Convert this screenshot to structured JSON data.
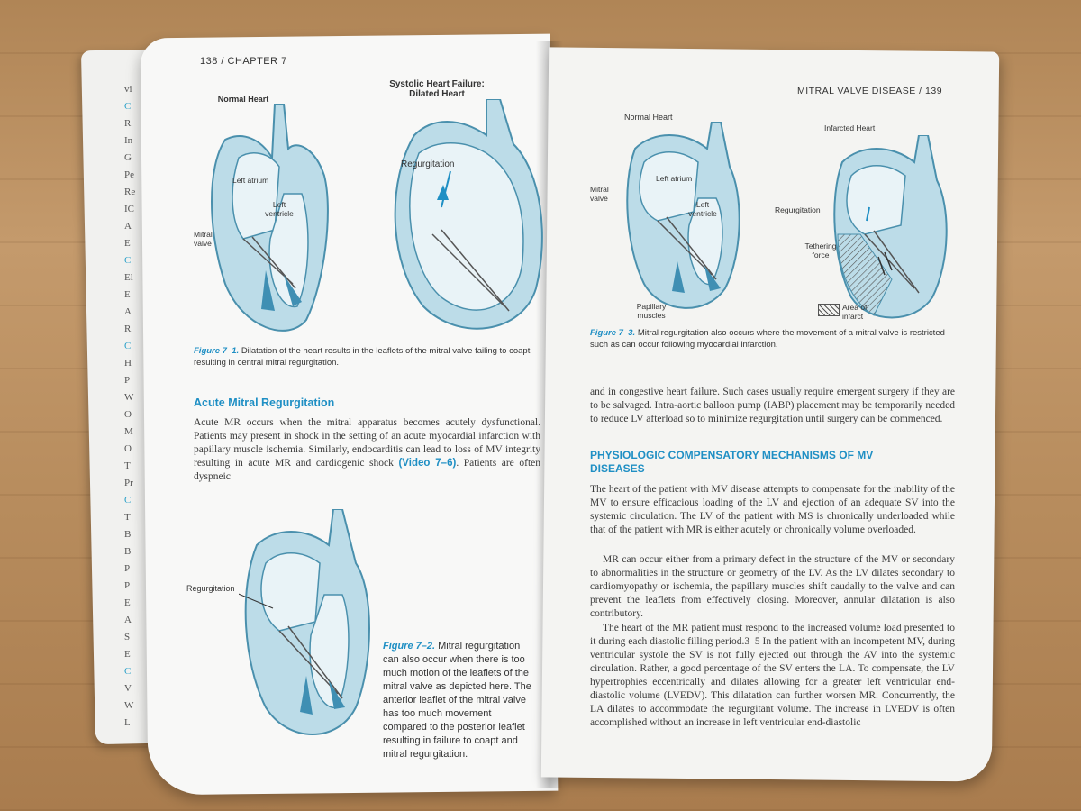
{
  "left_page": {
    "running_header": "138 / CHAPTER 7",
    "fig1": {
      "label_normal": "Normal Heart",
      "label_failure": "Systolic Heart Failure: Dilated Heart",
      "left_atrium": "Left atrium",
      "left_ventricle": "Left ventricle",
      "mitral_valve": "Mitral valve",
      "regurgitation": "Regurgitation",
      "caption_num": "Figure 7–1.",
      "caption_text": "Dilatation of the heart results in the leaflets of the mitral valve failing to coapt resulting in central mitral regurgitation."
    },
    "section_heading": "Acute Mitral Regurgitation",
    "section_text_a": "Acute MR occurs when the mitral apparatus becomes acutely dysfunctional. Patients may present in shock in the setting of an acute myocardial infarction with papillary muscle ischemia. Similarly, endocarditis can lead to loss of MV integrity resulting in acute MR and cardiogenic shock ",
    "video_ref": "(Video 7–6)",
    "section_text_b": ". Patients are often dyspneic",
    "fig2": {
      "regurgitation": "Regurgitation",
      "caption_num": "Figure 7–2.",
      "caption_text": "Mitral regurgitation can also occur when there is too much motion of the leaflets of the mitral valve as depicted here. The anterior leaflet of the mitral valve has too much movement compared to the posterior leaflet resulting in failure to coapt and mitral regurgitation."
    }
  },
  "right_page": {
    "running_header": "MITRAL VALVE DISEASE / 139",
    "fig3": {
      "label_normal": "Normal Heart",
      "label_infarcted": "Infarcted Heart",
      "left_atrium": "Left atrium",
      "left_ventricle": "Left ventricle",
      "mitral_valve": "Mitral valve",
      "papillary_muscles": "Papillary muscles",
      "regurgitation": "Regurgitation",
      "tethering_force": "Tethering force",
      "area_of_infarct": "Area of infarct",
      "caption_num": "Figure 7–3.",
      "caption_text": "Mitral regurgitation also occurs where the movement of a mitral valve is restricted such as can occur following myocardial infarction."
    },
    "para_top": "and in congestive heart failure. Such cases usually require emergent surgery if they are to be salvaged. Intra-aortic balloon pump (IABP) placement may be temporarily needed to reduce LV afterload so to minimize regurgitation until surgery can be commenced.",
    "section_heading": "PHYSIOLOGIC COMPENSATORY MECHANISMS OF MV DISEASES",
    "para1": "The heart of the patient with MV disease attempts to compensate for the inability of the MV to ensure efficacious loading of the LV and ejection of an adequate SV into the systemic circulation. The LV of the patient with MS is chronically underloaded while that of the patient with MR is either acutely or chronically volume overloaded.",
    "para2": "MR can occur either from a primary defect in the structure of the MV or secondary to abnormalities in the structure or geometry of the LV. As the LV dilates secondary to cardiomyopathy or ischemia, the papillary muscles shift caudally to the valve and can prevent the leaflets from effectively closing. Moreover, annular dilatation is also contributory.",
    "para3": "The heart of the MR patient must respond to the increased volume load presented to it during each diastolic filling period.3–5 In the patient with an incompetent MV, during ventricular systole the SV is not fully ejected out through the AV into the systemic circulation. Rather, a good percentage of the SV enters the LA. To compensate, the LV hypertrophies eccentrically and dilates allowing for a greater left ventricular end-diastolic volume (LVEDV). This dilatation can further worsen MR. Concurrently, the LA dilates to accommodate the regurgitant volume. The increase in LVEDV is often accomplished without an increase in left ventricular end-diastolic"
  },
  "back_page_letters": [
    "vi",
    "C",
    "R",
    "In",
    "G",
    "Pe",
    "Re",
    "IC",
    "A",
    "E",
    "C",
    "El",
    "E",
    "A",
    "R",
    "C",
    "H",
    "P",
    "W",
    "O",
    "M",
    "O",
    "T",
    "Pr",
    "C",
    "T",
    "B",
    "B",
    "P",
    "P",
    "E",
    "A",
    "S",
    "E",
    "C",
    "V",
    "W",
    "L"
  ]
}
